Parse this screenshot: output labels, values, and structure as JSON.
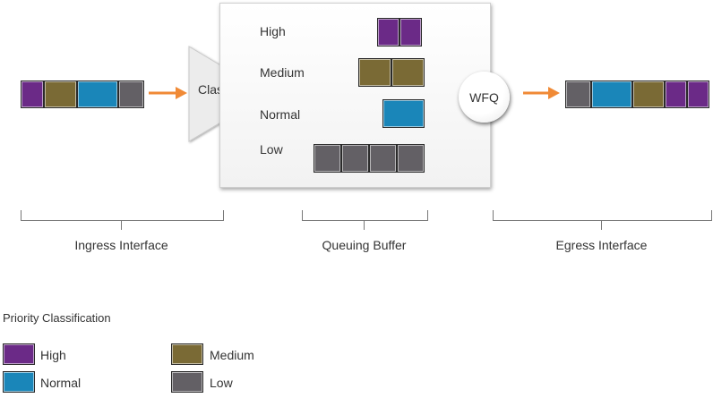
{
  "colors": {
    "high": "#6b2a87",
    "medium": "#7a6a35",
    "normal": "#1a86b9",
    "low": "#636065",
    "arrow": "#f08a36"
  },
  "classifier": {
    "label": "Classify"
  },
  "buffer": {
    "queues": [
      {
        "label": "High",
        "class": "high",
        "count": 2
      },
      {
        "label": "Medium",
        "class": "medium",
        "count": 2
      },
      {
        "label": "Normal",
        "class": "normal",
        "count": 1
      },
      {
        "label": "Low",
        "class": "low",
        "count": 4
      }
    ]
  },
  "scheduler": {
    "label": "WFQ"
  },
  "ingress_packets": [
    "high",
    "medium",
    "normal",
    "low"
  ],
  "egress_packets": [
    "low",
    "normal",
    "medium",
    "high",
    "high"
  ],
  "sections": {
    "ingress": "Ingress Interface",
    "buffer": "Queuing Buffer",
    "egress": "Egress Interface"
  },
  "legend": {
    "title": "Priority Classification",
    "items": [
      {
        "label": "High",
        "class": "high"
      },
      {
        "label": "Medium",
        "class": "medium"
      },
      {
        "label": "Normal",
        "class": "normal"
      },
      {
        "label": "Low",
        "class": "low"
      }
    ]
  }
}
